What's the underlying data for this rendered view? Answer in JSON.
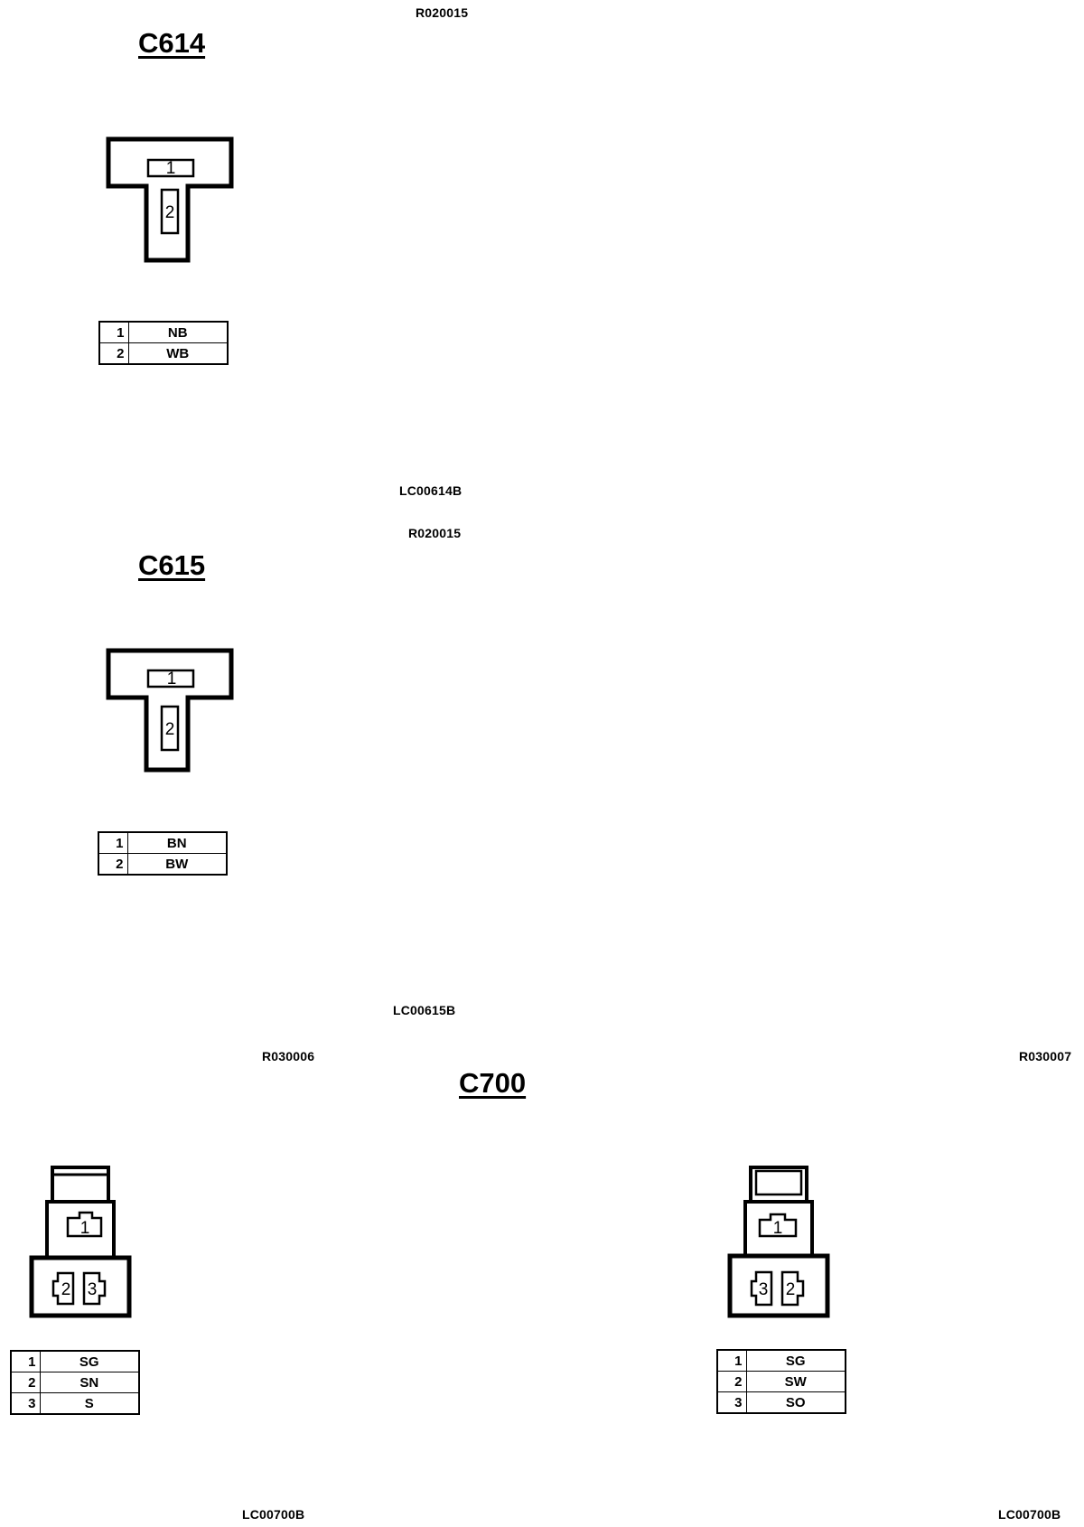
{
  "blocks": [
    {
      "id": "c614",
      "title": "C614",
      "ref_top": "R020015",
      "ref_bottom": "LC00614B",
      "pin_labels": [
        "1",
        "2"
      ],
      "pins": [
        {
          "num": "1",
          "code": "NB"
        },
        {
          "num": "2",
          "code": "WB"
        }
      ]
    },
    {
      "id": "c615",
      "title": "C615",
      "ref_top": "R020015",
      "ref_bottom": "LC00615B",
      "pin_labels": [
        "1",
        "2"
      ],
      "pins": [
        {
          "num": "1",
          "code": "BN"
        },
        {
          "num": "2",
          "code": "BW"
        }
      ]
    },
    {
      "id": "c700",
      "title": "C700",
      "left": {
        "ref_top": "R030006",
        "ref_bottom": "LC00700B",
        "pin_labels": [
          "1",
          "2",
          "3"
        ],
        "pins": [
          {
            "num": "1",
            "code": "SG"
          },
          {
            "num": "2",
            "code": "SN"
          },
          {
            "num": "3",
            "code": "S"
          }
        ]
      },
      "right": {
        "ref_top": "R030007",
        "ref_bottom": "LC00700B",
        "pin_labels": [
          "1",
          "3",
          "2"
        ],
        "pins": [
          {
            "num": "1",
            "code": "SG"
          },
          {
            "num": "2",
            "code": "SW"
          },
          {
            "num": "3",
            "code": "SO"
          }
        ]
      }
    }
  ]
}
